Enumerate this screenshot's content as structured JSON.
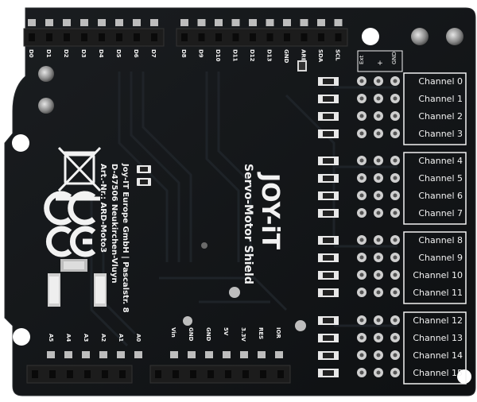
{
  "board": {
    "colors": {
      "pcb": "#121416",
      "silkscreen": "#f2f2f2",
      "pad": "#bdbdbd",
      "header": "#1c1c1c",
      "pin": "#cfcfcf",
      "trace": "#1e2226",
      "smd": "#e8e8e8"
    },
    "digital_pins": [
      "D0",
      "D1",
      "D2",
      "D3",
      "D4",
      "D5",
      "D6",
      "D7"
    ],
    "digital_pins_2": [
      "D8",
      "D9",
      "D10",
      "D11",
      "D12",
      "D13",
      "GND",
      "AREF",
      "SDA",
      "SCL"
    ],
    "analog_pins": [
      "A5",
      "A4",
      "A3",
      "A2",
      "A1",
      "A0"
    ],
    "power_pins": [
      "Vin",
      "GND",
      "GND",
      "5V",
      "3.3V",
      "RES",
      "IOR"
    ],
    "power_header": [
      "Ext",
      "+",
      "GND"
    ],
    "channels": [
      "Channel 0",
      "Channel 1",
      "Channel 2",
      "Channel 3",
      "Channel 4",
      "Channel 5",
      "Channel 6",
      "Channel 7",
      "Channel 8",
      "Channel 9",
      "Channel 10",
      "Channel 11",
      "Channel 12",
      "Channel 13",
      "Channel 14",
      "Channel 15"
    ],
    "company_lines": [
      "Joy-IT Europe GmbH | Pascalstr. 8",
      "D-47506 Neukirchen-Vluyn",
      "Art.-Nr.: ARD-Moto3"
    ],
    "brand": "JOY-iT",
    "product": "Servo-Motor Shield",
    "markings": {
      "weee_icon": "crossed-out-bin-icon",
      "ce_icon": "ce-mark-icon"
    }
  }
}
